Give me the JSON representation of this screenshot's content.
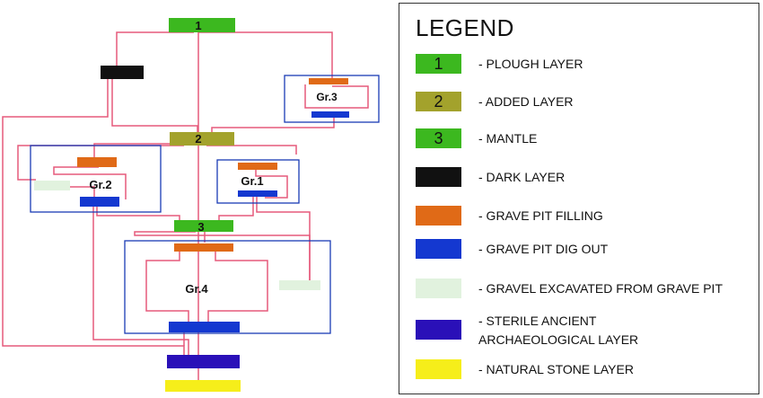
{
  "diagram": {
    "blocks": {
      "layer1": "1",
      "layer2": "2",
      "layer3": "3"
    },
    "groups": {
      "gr1": "Gr.1",
      "gr2": "Gr.2",
      "gr3": "Gr.3",
      "gr4": "Gr.4"
    }
  },
  "legend": {
    "title": "LEGEND",
    "items": [
      {
        "label": "1",
        "desc": "- PLOUGH LAYER",
        "color": "#3cb81f"
      },
      {
        "label": "2",
        "desc": "- ADDED LAYER",
        "color": "#a3a22c"
      },
      {
        "label": "3",
        "desc": "- MANTLE",
        "color": "#3cb81f"
      },
      {
        "label": "",
        "desc": "- DARK LAYER",
        "color": "#111111"
      },
      {
        "label": "",
        "desc": "- GRAVE PIT FILLING",
        "color": "#e06a17"
      },
      {
        "label": "",
        "desc": "- GRAVE PIT DIG OUT",
        "color": "#1438d0"
      },
      {
        "label": "",
        "desc": "- GRAVEL EXCAVATED FROM GRAVE PIT",
        "color": "#e1f2de"
      },
      {
        "label": "",
        "desc": "- STERILE ANCIENT\nARCHAEOLOGICAL LAYER",
        "color": "#2a10b8"
      },
      {
        "label": "",
        "desc": "- NATURAL STONE LAYER",
        "color": "#f6ee1a"
      }
    ]
  }
}
